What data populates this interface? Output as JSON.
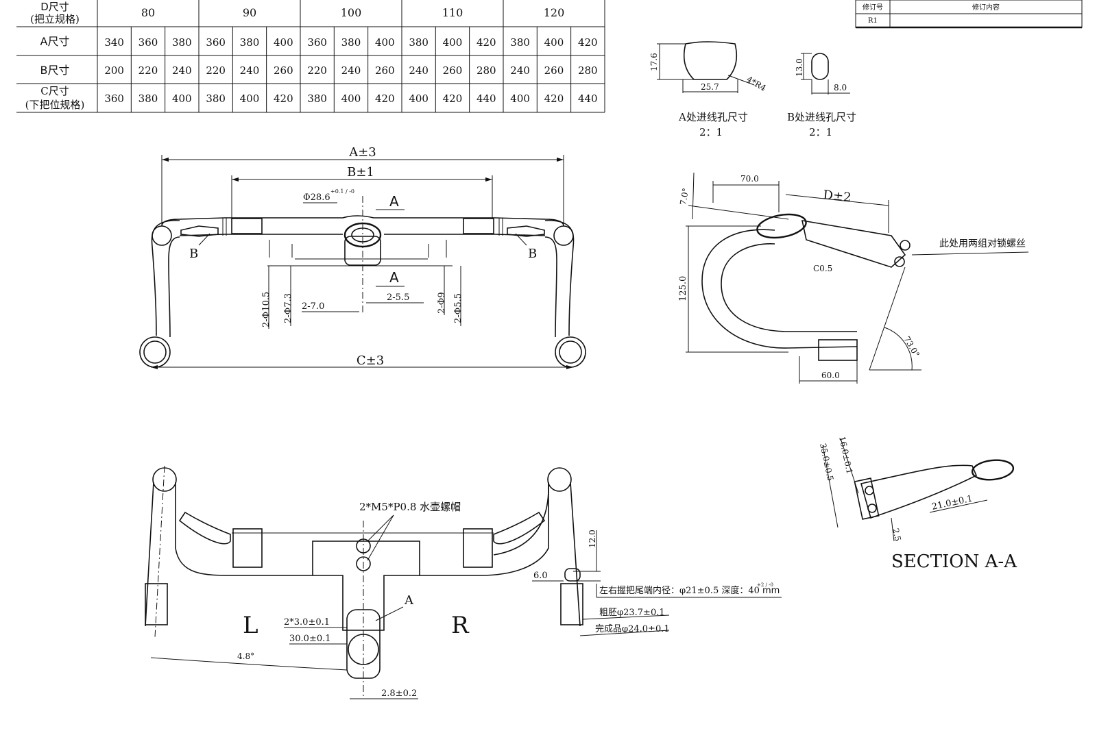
{
  "revision_table": {
    "headers": [
      "修订号",
      "修订内容"
    ],
    "rows": [
      [
        "R1",
        ""
      ]
    ]
  },
  "size_table": {
    "row_labels": [
      {
        "main": "D尺寸",
        "sub": "(把立规格)"
      },
      {
        "main": "A尺寸",
        "sub": ""
      },
      {
        "main": "B尺寸",
        "sub": ""
      },
      {
        "main": "C尺寸",
        "sub": "(下把位规格)"
      }
    ],
    "d_groups": [
      "80",
      "90",
      "100",
      "110",
      "120"
    ],
    "a_values": [
      "340",
      "360",
      "380",
      "360",
      "380",
      "400",
      "360",
      "380",
      "400",
      "380",
      "400",
      "420",
      "380",
      "400",
      "420"
    ],
    "b_values": [
      "200",
      "220",
      "240",
      "220",
      "240",
      "260",
      "220",
      "240",
      "260",
      "240",
      "260",
      "280",
      "240",
      "260",
      "280"
    ],
    "c_values": [
      "360",
      "380",
      "400",
      "380",
      "400",
      "420",
      "380",
      "400",
      "420",
      "400",
      "420",
      "440",
      "400",
      "420",
      "440"
    ]
  },
  "front_view": {
    "dim_a": "A±3",
    "dim_b": "B±1",
    "dim_c": "C±3",
    "clamp_dia": "Φ28.6",
    "clamp_tol": "+0.1 / -0",
    "section_a_top": "A",
    "section_a_bottom": "A",
    "hole_b_left": "B",
    "hole_b_right": "B",
    "hole_105": "2-Φ10.5",
    "hole_73": "2-Φ7.3",
    "hole_70": "2-7.0",
    "hole_55": "2-5.5",
    "hole_9": "2-Φ9",
    "hole_55b": "2-Φ5.5"
  },
  "cable_hole_a": {
    "width": "25.7",
    "height": "17.6",
    "radius": "4*R4",
    "caption": "A处进线孔尺寸",
    "scale": "2：1"
  },
  "cable_hole_b": {
    "width": "8.0",
    "height": "13.0",
    "caption": "B处进线孔尺寸",
    "scale": "2：1"
  },
  "side_view": {
    "angle_top": "7.0°",
    "length_top": "70.0",
    "dim_d": "D±2",
    "drop": "125.0",
    "chamfer": "C0.5",
    "reach_bottom": "60.0",
    "angle_bottom": "73.0°",
    "bolt_note": "此处用两组对锁螺丝"
  },
  "top_view": {
    "bottle_bolt": "2*M5*P0.8 水壶螺帽",
    "label_l": "L",
    "label_r": "R",
    "section_a": "A",
    "dim_2x3": "2*3.0±0.1",
    "dim_30": "30.0±0.1",
    "angle": "4.8°",
    "offset": "2.8±0.2",
    "dim_12": "12.0",
    "dim_6": "6.0",
    "end_inner": "左右握把尾端内径：φ21±0.5 深度：40",
    "end_unit": "mm",
    "end_tol": "+2 / -0",
    "raw_dia": "粗胚φ23.7±0.1",
    "finished_dia": "完成品φ24.0±0.1"
  },
  "section_view": {
    "dim_35": "35.0±0.5",
    "dim_16": "16.0±0.1",
    "dim_21": "21.0±0.1",
    "dim_25": "2.5",
    "title": "SECTION A-A"
  }
}
